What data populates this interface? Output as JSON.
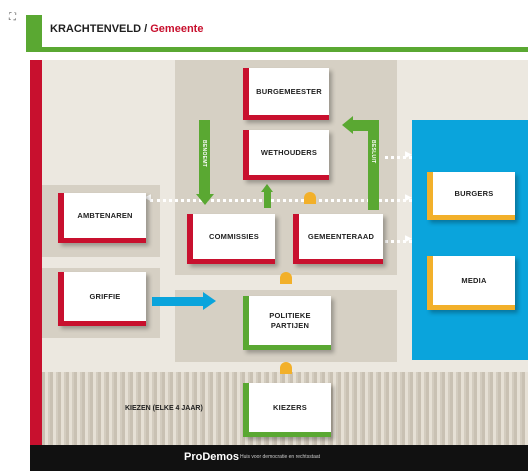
{
  "header": {
    "title": "KRACHTENVELD",
    "separator": "/",
    "subtitle": "Gemeente"
  },
  "boxes": {
    "burgemeester": "BURGEMEESTER",
    "wethouders": "WETHOUDERS",
    "ambtenaren": "AMBTENAREN",
    "commissies": "COMMISSIES",
    "gemeenteraad": "GEMEENTERAAD",
    "griffie": "GRIFFIE",
    "politieke_partijen": "POLITIEKE PARTIJEN",
    "burgers": "BURGERS",
    "media": "MEDIA",
    "kiezers": "KIEZERS"
  },
  "arrow_labels": {
    "benoemt": "BENOEMT",
    "besluit": "BESLUIT"
  },
  "kiezen_label": "KIEZEN (ELKE 4 JAAR)",
  "footer": {
    "brand": "ProDemos",
    "tagline": "Huis voor democratie en rechtsstaat"
  },
  "colors": {
    "red": "#c8102e",
    "green": "#5aa832",
    "blue": "#0aa4dc",
    "yellow": "#f2b02a",
    "panel": "#d6d0c4",
    "background": "#ece8e0"
  }
}
